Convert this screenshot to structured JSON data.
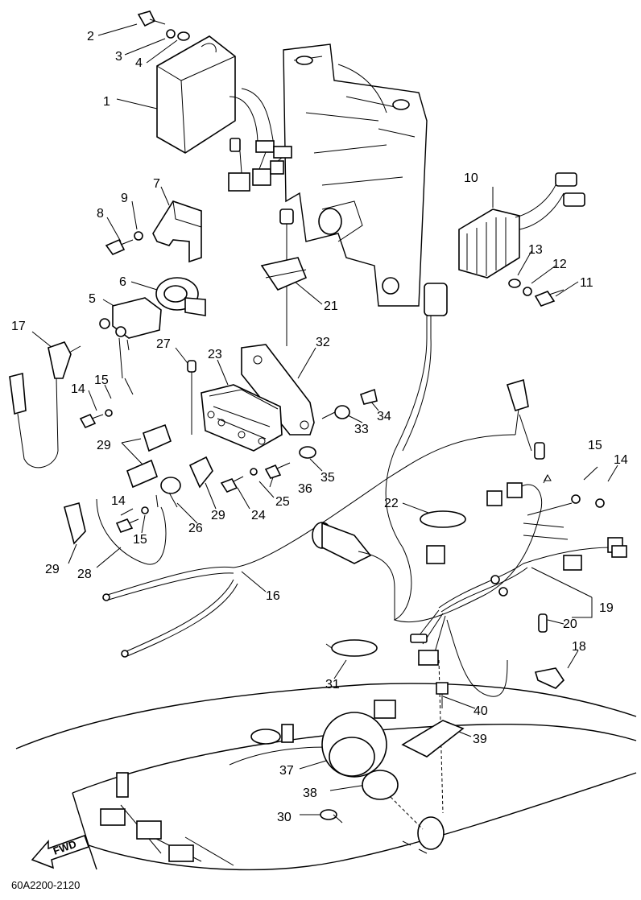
{
  "drawing_code": "60A2200-2120",
  "fwd_label": "FWD",
  "callouts": {
    "c1": "1",
    "c2": "2",
    "c3": "3",
    "c4": "4",
    "c5": "5",
    "c6": "6",
    "c7": "7",
    "c8": "8",
    "c9": "9",
    "c10": "10",
    "c11": "11",
    "c12": "12",
    "c13": "13",
    "c14a": "14",
    "c14b": "14",
    "c14c": "14",
    "c15a": "15",
    "c15b": "15",
    "c15c": "15",
    "c16": "16",
    "c17": "17",
    "c18": "18",
    "c19": "19",
    "c20": "20",
    "c21": "21",
    "c22": "22",
    "c23": "23",
    "c24": "24",
    "c25": "25",
    "c26": "26",
    "c27": "27",
    "c28": "28",
    "c29a": "29",
    "c29b": "29",
    "c29c": "29",
    "c30": "30",
    "c31": "31",
    "c32": "32",
    "c33": "33",
    "c34": "34",
    "c35": "35",
    "c36": "36",
    "c37": "37",
    "c38": "38",
    "c39": "39",
    "c40": "40"
  }
}
